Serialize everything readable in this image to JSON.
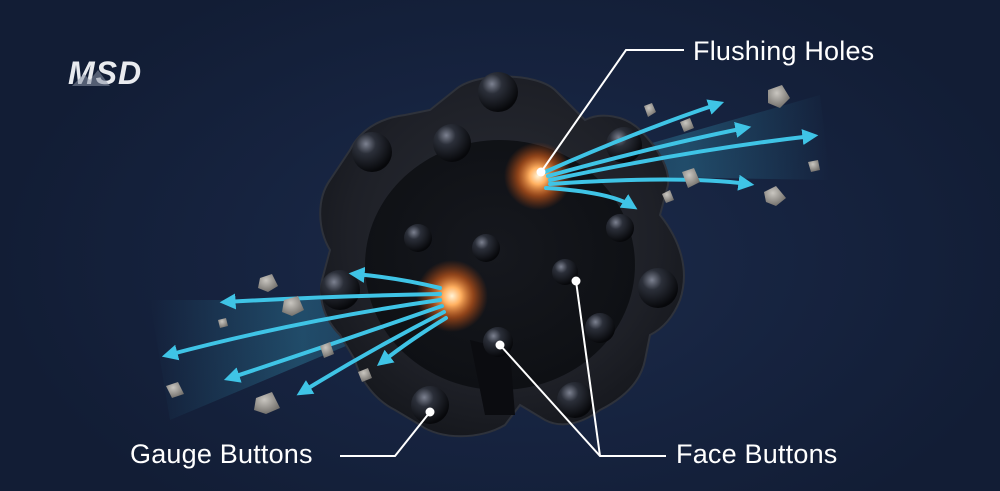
{
  "logo": {
    "text": "MSD"
  },
  "labels": {
    "flushing_holes": "Flushing Holes",
    "gauge_buttons": "Gauge Buttons",
    "face_buttons": "Face Buttons"
  },
  "colors": {
    "background": "#15223d",
    "arrow": "#3fc4e6",
    "glow": "#ff8a2a",
    "label": "#ffffff",
    "bit_body": "#23262d"
  }
}
